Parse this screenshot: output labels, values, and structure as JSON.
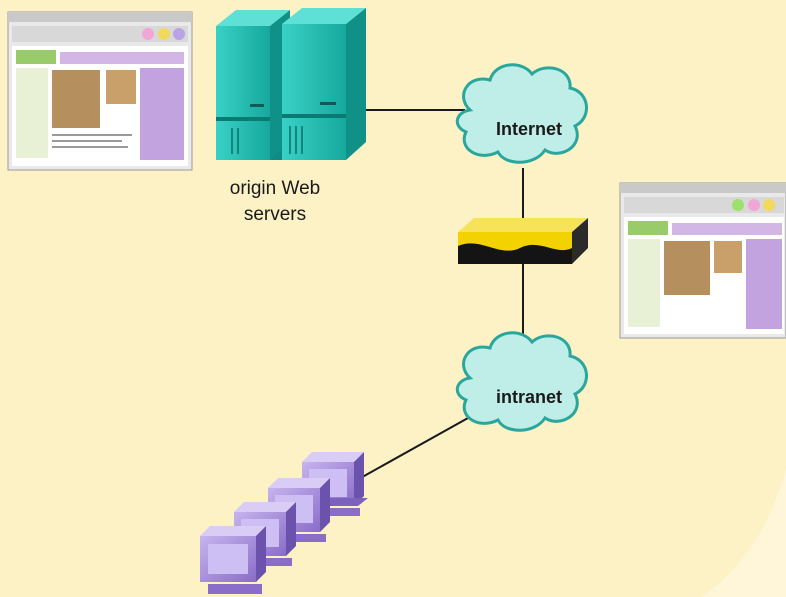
{
  "servers": {
    "label": "origin Web\nservers"
  },
  "clouds": {
    "internet": "Internet",
    "intranet": "intranet"
  },
  "colors": {
    "background": "#fdf1c6",
    "server_teal": "#1fbbb0",
    "cloud_fill": "#bfeee9",
    "cloud_stroke": "#2aa79c",
    "firewall_yellow": "#f2d200",
    "client_purple": "#a48ad6",
    "line": "#1a1a1a"
  },
  "icons": {
    "servers": "server-tower-icon",
    "firewall": "firewall-appliance-icon",
    "clients": "desktop-computer-icon",
    "pages": "web-page-screenshot-icon"
  }
}
